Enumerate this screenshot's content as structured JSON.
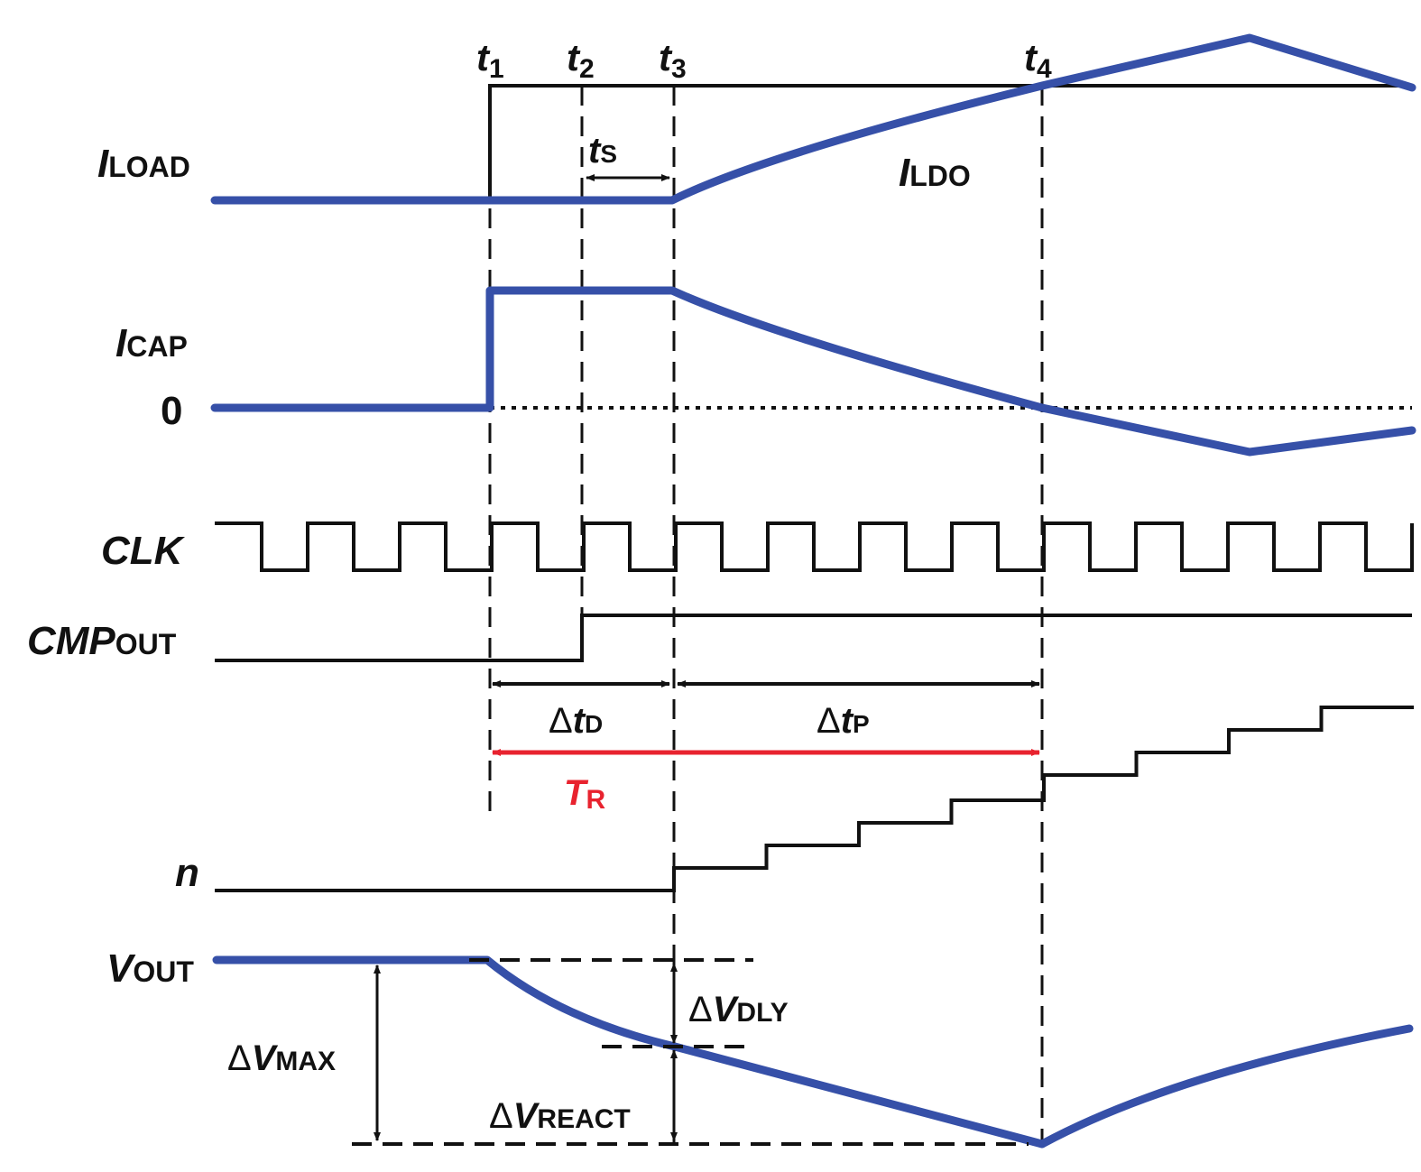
{
  "colors": {
    "signal": "#3650a8",
    "digital": "#111111",
    "guide": "#111111",
    "highlight": "#e8232f"
  },
  "time_markers": [
    {
      "name": "t",
      "sub": "1"
    },
    {
      "name": "t",
      "sub": "2"
    },
    {
      "name": "t",
      "sub": "3"
    },
    {
      "name": "t",
      "sub": "4"
    }
  ],
  "signals": {
    "iload": {
      "main": "I",
      "sub": "LOAD"
    },
    "ildo": {
      "main": "I",
      "sub": "LDO"
    },
    "icap": {
      "main": "I",
      "sub": "CAP"
    },
    "zero": {
      "main": "0"
    },
    "clk": {
      "main": "CLK"
    },
    "cmpout": {
      "main": "CMP",
      "sub": "OUT"
    },
    "n": {
      "main": "n"
    },
    "vout": {
      "main": "V",
      "sub": "OUT"
    }
  },
  "annotations": {
    "ts": {
      "main": "t",
      "sub": "S"
    },
    "dtd": {
      "delta": "Δ",
      "main": "t",
      "sub": "D"
    },
    "dtp": {
      "delta": "Δ",
      "main": "t",
      "sub": "P"
    },
    "tr": {
      "main": "T",
      "sub": "R"
    },
    "dvdly": {
      "delta": "Δ",
      "main": "V",
      "sub": "DLY"
    },
    "dvreact": {
      "delta": "Δ",
      "main": "V",
      "sub": "REACT"
    },
    "dvmax": {
      "delta": "Δ",
      "main": "V",
      "sub": "MAX"
    }
  },
  "clock": {
    "periods_shown": 13
  },
  "counter_n": {
    "steps_after_t3": 8
  }
}
